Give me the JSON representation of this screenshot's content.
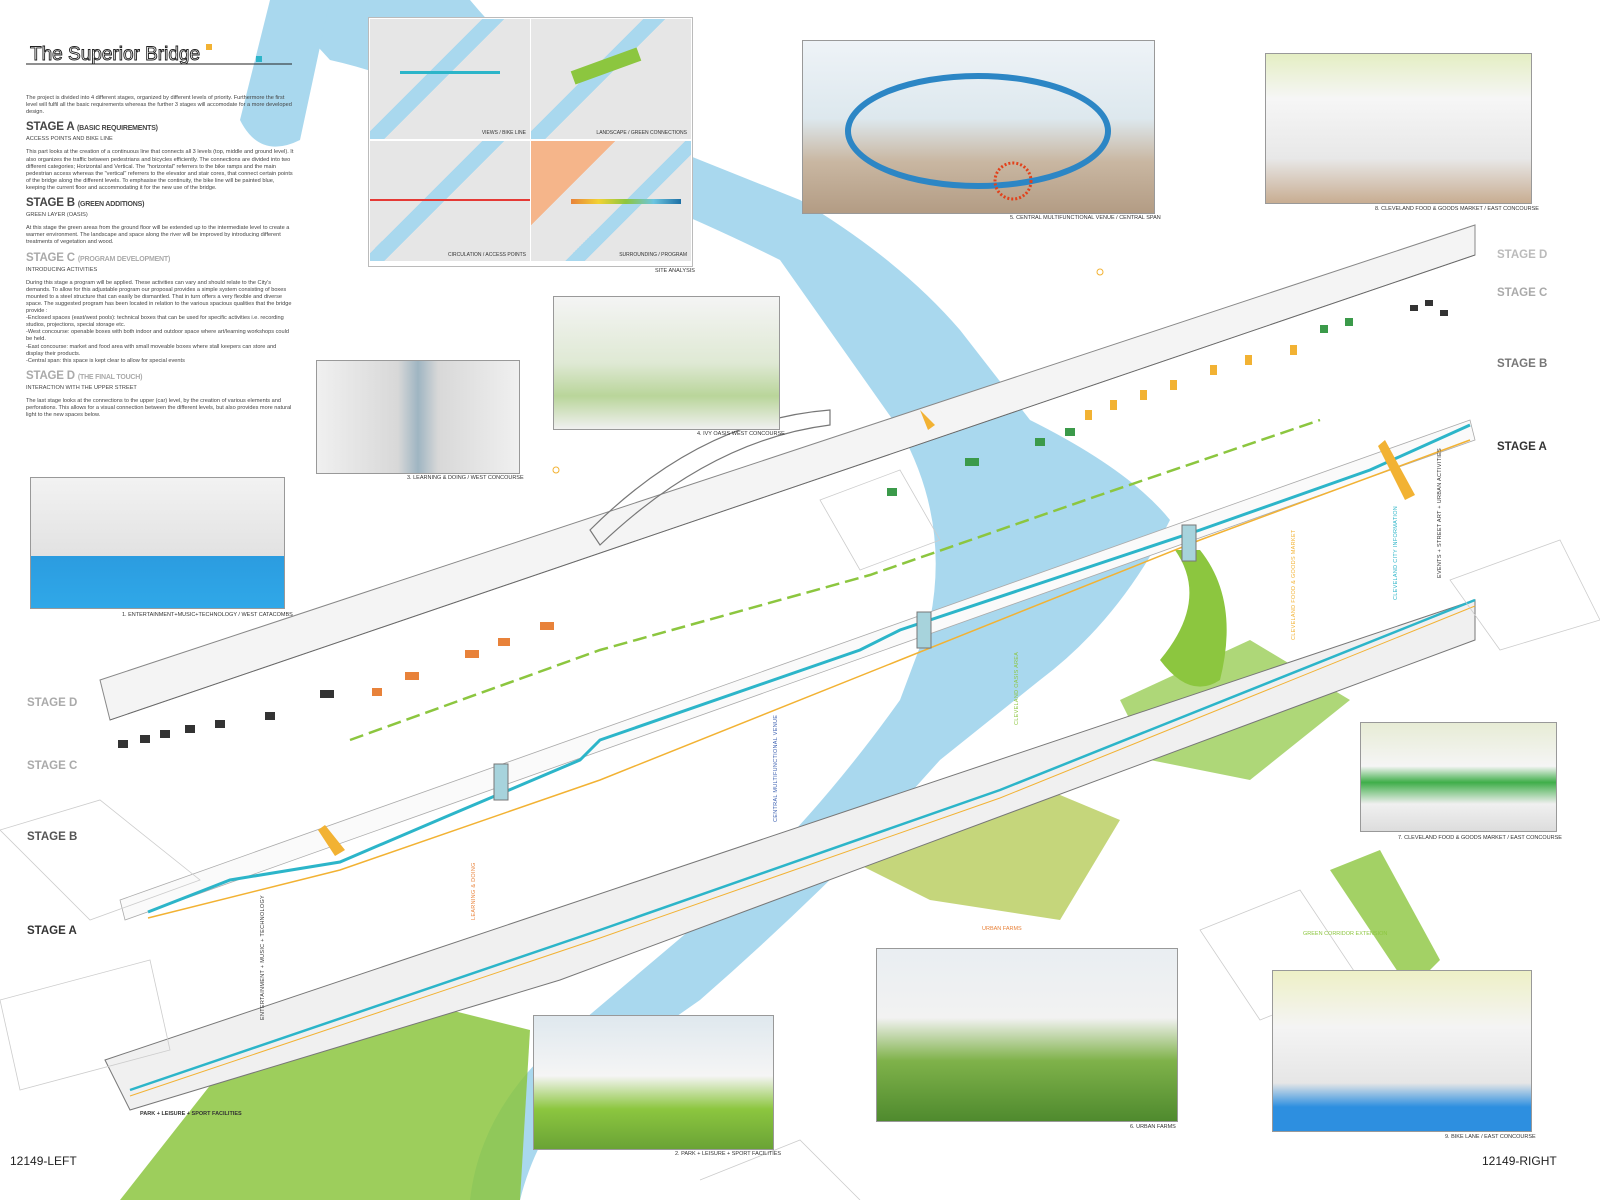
{
  "title": "The Superior Bridge",
  "intro": "The project is divided into 4 different stages, organized by different levels of priority. Furthermore the first level will fulfil all the basic requirements whereas the further 3 stages will accomodate for a more developed design.",
  "stages_text": [
    {
      "heading": "STAGE A",
      "subtitle": "(BASIC REQUIREMENTS)",
      "sub": "ACCESS POINTS AND BIKE LINE",
      "body": "This part looks at the creation of a continuous line that connects all 3 levels (top, middle and ground level). It also organizes the traffic between pedestrians and bicycles efficiently. The connections are divided into two different categories; Horizontal and Vertical. The \"horizontal\" referrers to the bike ramps and the main pedestrian access whereas the \"vertical\" referrers to the elevator and stair cores, that connect certain points of the bridge along the different levels. To emphasise the continuity, the bike line will be painted blue, keeping the current floor and accommodating it for the new use of the bridge."
    },
    {
      "heading": "STAGE B",
      "subtitle": "(GREEN ADDITIONS)",
      "sub": "GREEN LAYER (OASIS)",
      "body": "At this stage the green areas from the ground floor will be extended up to the intermediate level to create a warmer environment. The landscape and space along the river will be improved by introducing different treatments of vegetation and wood."
    },
    {
      "heading": "STAGE C",
      "subtitle": "(PROGRAM DEVELOPMENT)",
      "sub": "INTRODUCING ACTIVITIES",
      "body": "During this stage a program will be applied. These activities can vary and should relate to the City's demands. To allow for this adjustable program our proposal provides a simple system consisting of boxes mounted to a steel structure that can easily be dismantled. That in turn offers a very flexible and diverse space. The suggested program has been located in relation to the various spacious qualities that the bridge provide :",
      "list": [
        "-Enclosed spaces (east/west pools): technical boxes that can be used for specific activities i.e. recording studios, projections, special storage etc.",
        "-West concourse: openable boxes with both indoor and outdoor space where art/learning workshops could be held.",
        "-East concourse: market and food area with small moveable boxes where stall keepers can store and display their products.",
        "-Central span: this space is kept clear to allow for special events"
      ]
    },
    {
      "heading": "STAGE D",
      "subtitle": "(THE FINAL TOUCH)",
      "sub": "INTERACTION WITH THE UPPER STREET",
      "body": "The last stage looks at the connections to the upper (car) level, by the creation of various elements and perforations. This allows for a visual connection between the different levels, but also provides more natural light to the new spaces below."
    }
  ],
  "site_analysis": {
    "title": "SITE ANALYSIS",
    "maps": [
      "VIEWS / BIKE LINE",
      "LANDSCAPE / GREEN CONNECTIONS",
      "CIRCULATION / ACCESS POINTS",
      "SURROUNDING / PROGRAM"
    ]
  },
  "captions": {
    "c1": "1.  ENTERTAINMENT+MUSIC+TECHNOLOGY / WEST CATACOMBS",
    "c2": "2.  PARK + LEISURE + SPORT FACILITIES",
    "c3": "3.  LEARNING & DOING / WEST CONCOURSE",
    "c4": "4.  IVY OASIS WEST CONCOURSE",
    "c5": "5.  CENTRAL MULTIFUNCTIONAL VENUE / CENTRAL SPAN",
    "c6": "6.  URBAN FARMS",
    "c7": "7.  CLEVELAND FOOD & GOODS MARKET / EAST CONCOURSE",
    "c8": "8.  CLEVELAND FOOD & GOODS MARKET / EAST CONCOURSE",
    "c9": "9.  BIKE LANE / EAST CONCOURSE"
  },
  "stage_labels_left": [
    "STAGE D",
    "STAGE C",
    "STAGE B",
    "STAGE A"
  ],
  "stage_labels_right": [
    "STAGE D",
    "STAGE C",
    "STAGE B",
    "STAGE A"
  ],
  "diagram_labels": {
    "entertainment": "ENTERTAINMENT + MUSIC + TECHNOLOGY",
    "learning": "LEARNING & DOING",
    "central": "CENTRAL MULTIFUNCTIONAL VENUE",
    "oasis": "CLEVELAND OASIS AREA",
    "market": "CLEVELAND FOOD & GOODS MARKET",
    "info": "CLEVELAND CITY INFORMATION",
    "events": "EVENTS + STREET ART + URBAN ACTIVITIES",
    "farms": "URBAN FARMS",
    "corridor": "GREEN CORRIDOR EXTENSION",
    "park": "PARK + LEISURE + SPORT FACILITIES"
  },
  "footer": {
    "left": "12149-LEFT",
    "right": "12149-RIGHT"
  },
  "colors": {
    "river": "#a9d8ee",
    "bike_line": "#2cb5c9",
    "ped_line": "#f2b233",
    "green": "#8cc63f",
    "program_orange": "#e8823a"
  }
}
